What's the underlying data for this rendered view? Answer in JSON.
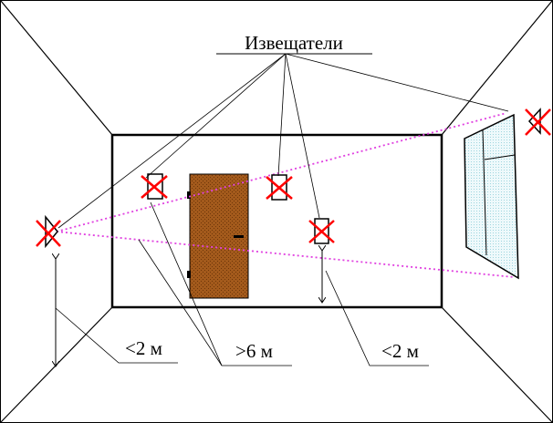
{
  "labels": {
    "detectors": "Извещатели",
    "dist_left": "<2 м",
    "dist_middle": ">6 м",
    "dist_right": "<2 м"
  },
  "colors": {
    "outline": "#000000",
    "room_background": "#ffffff",
    "detector_cross": "#ff0000",
    "coverage_line": "#e040e0",
    "door": "#a35a1c",
    "door_hatch": "#6e3608",
    "window_glass": "#d6f0f4"
  },
  "icons": {
    "detector": "detector-icon",
    "door": "door-icon",
    "window": "window-icon"
  }
}
